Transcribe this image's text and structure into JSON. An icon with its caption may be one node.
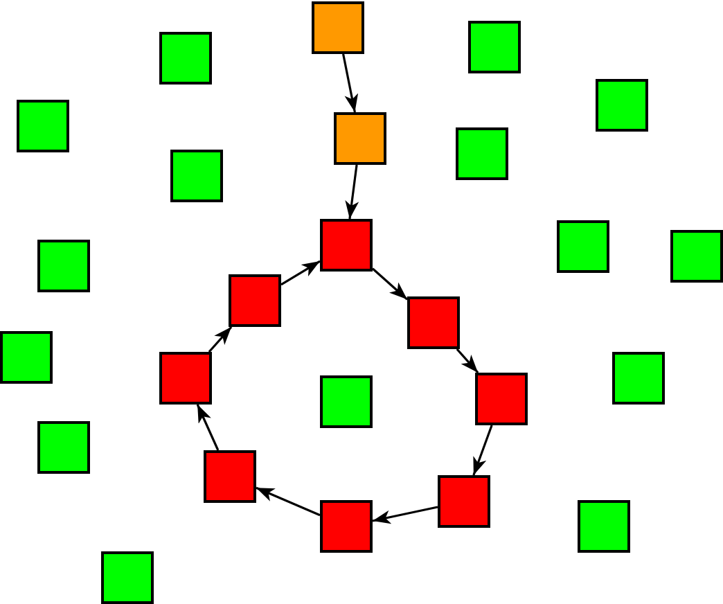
{
  "diagram": {
    "nodes": [
      {
        "text": [],
        "shape": "box"
      },
      {
        "text": [],
        "shape": "box"
      },
      {
        "text": [],
        "shape": "box"
      },
      {
        "text": [],
        "shape": "box"
      },
      {
        "text": [],
        "shape": "box"
      },
      {
        "text": [],
        "shape": "box"
      },
      {
        "text": [],
        "shape": "box"
      },
      {
        "text": [],
        "shape": "box"
      },
      {
        "text": [],
        "shape": "box"
      },
      {
        "text": [],
        "shape": "box"
      },
      {
        "text": [],
        "shape": "box"
      },
      {
        "text": [],
        "shape": "box"
      },
      {
        "text": [],
        "shape": "box"
      },
      {
        "text": [],
        "shape": "box"
      },
      {
        "text": [],
        "shape": "box"
      },
      {
        "text": [],
        "shape": "box"
      },
      {
        "text": [],
        "shape": "box"
      },
      {
        "text": [],
        "shape": "box"
      },
      {
        "text": [],
        "shape": "box"
      },
      {
        "text": [],
        "shape": "box"
      },
      {
        "text": [],
        "shape": "box"
      },
      {
        "text": [],
        "shape": "box"
      },
      {
        "text": [],
        "shape": "box"
      },
      {
        "text": [],
        "shape": "box"
      },
      {
        "text": [],
        "shape": "box"
      }
    ],
    "edges": [
      {
        "from": 0,
        "to": 5,
        "arrow": "to"
      },
      {
        "from": 5,
        "to": 8,
        "arrow": "to"
      },
      {
        "from": 8,
        "to": 13,
        "arrow": "to"
      },
      {
        "from": 13,
        "to": 17,
        "arrow": "to"
      },
      {
        "from": 17,
        "to": 21,
        "arrow": "to"
      },
      {
        "from": 21,
        "to": 22,
        "arrow": "to"
      },
      {
        "from": 22,
        "to": 20,
        "arrow": "to"
      },
      {
        "from": 20,
        "to": 15,
        "arrow": "to"
      },
      {
        "from": 15,
        "to": 12,
        "arrow": "to"
      },
      {
        "from": 12,
        "to": 8,
        "arrow": "to"
      }
    ]
  }
}
